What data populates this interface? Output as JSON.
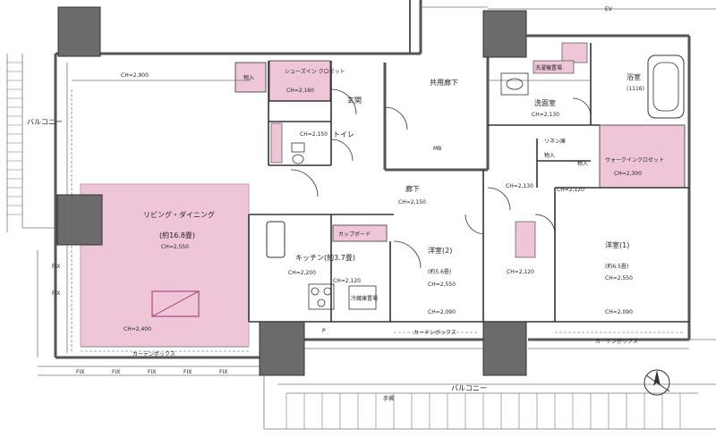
{
  "colors": {
    "wall": "#555555",
    "column": "#6b6b6b",
    "pink": "#efc6d8",
    "pink_strong": "#e0a0be",
    "line": "#333333",
    "thin": "#777777"
  },
  "labels": {
    "balcony_left": "バルコニー",
    "balcony_bottom": "バルコニー",
    "living": "リビング・ダイニング",
    "living_size": "(約16.8畳)",
    "living_ch": "CH=2,550",
    "living_ch2": "CH=2,400",
    "kitchen": "キッチン(約3.7畳)",
    "kitchen_ch": "CH=2,200",
    "kitchen_ch2": "CH=2,120",
    "cupboard": "カップボード",
    "fridge": "冷蔵庫置場",
    "entrance": "玄関",
    "shared_corridor": "共用廊下",
    "mb": "MB",
    "toilet": "トイレ",
    "toilet_ch": "CH=2,150",
    "shoes_closet": "シューズイン クロゼット",
    "shoes_ch": "CH=2,160",
    "storage": "物入",
    "corridor": "廊下",
    "corridor_ch": "CH=2,150",
    "washroom": "洗面室",
    "washroom_ch": "CH=2,130",
    "bathroom": "浴室",
    "bathroom_size": "(1116)",
    "walkin": "ウォークインクロゼット",
    "walkin_ch": "CH=2,300",
    "west1": "洋室(1)",
    "west1_size": "(約6.5畳)",
    "west1_ch": "CH=2,550",
    "west1_ch2": "CH=2,090",
    "west2": "洋室(2)",
    "west2_size": "(約5.6畳)",
    "west2_ch": "CH=2,550",
    "west2_ch2": "CH=2,090",
    "ch_2130": "CH=2,130",
    "ch_2120": "CH=2,120",
    "ch_2120b": "CH=2,120",
    "ch_2900": "CH=2,900",
    "curtain_box": "カーテンボックス",
    "curtain_box2": "カーテンボックス",
    "curtain_box3": "カーテンボックス",
    "fix": "FIX",
    "ev": "EV",
    "pipe_space": "P",
    "tesuri": "手摺",
    "linen": "リネン庫",
    "washer": "洗濯機置場"
  }
}
